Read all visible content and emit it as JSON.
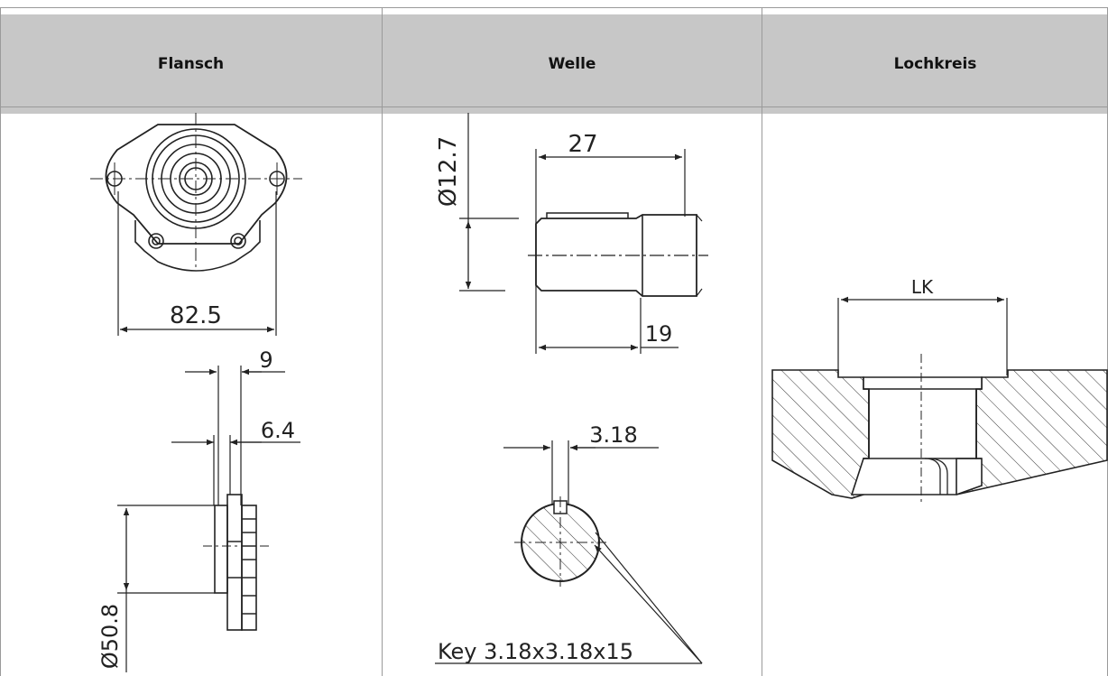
{
  "headers": [
    "Flansch",
    "Welle",
    "Lochkreis"
  ],
  "dims": {
    "flange_width": "82.5",
    "flange_thick_9": "9",
    "flange_thick_64": "6.4",
    "pilot_dia": "Ø50.8",
    "shaft_dia": "Ø12.7",
    "shaft_len_27": "27",
    "shaft_len_19": "19",
    "key_width": "3.18",
    "key_spec": "Key 3.18x3.18x15",
    "lk": "LK"
  }
}
